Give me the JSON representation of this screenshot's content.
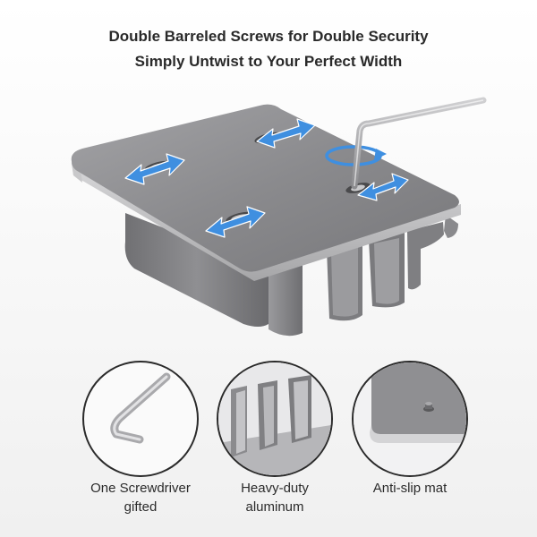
{
  "headline": {
    "line1": "Double Barreled Screws for Double Security",
    "line2": "Simply Untwist to Your Perfect Width"
  },
  "product_photo": {
    "icon": "laptop-stand-hex-key-photo",
    "arrow_color": "#3f8fe0",
    "metal_color": "#8e8e90"
  },
  "features": [
    {
      "icon": "hex-key-icon",
      "label_line1": "One Screwdriver",
      "label_line2": "gifted"
    },
    {
      "icon": "aluminum-slots-icon",
      "label_line1": "Heavy-duty",
      "label_line2": "aluminum"
    },
    {
      "icon": "anti-slip-mat-icon",
      "label_line1": "Anti-slip mat",
      "label_line2": ""
    }
  ]
}
